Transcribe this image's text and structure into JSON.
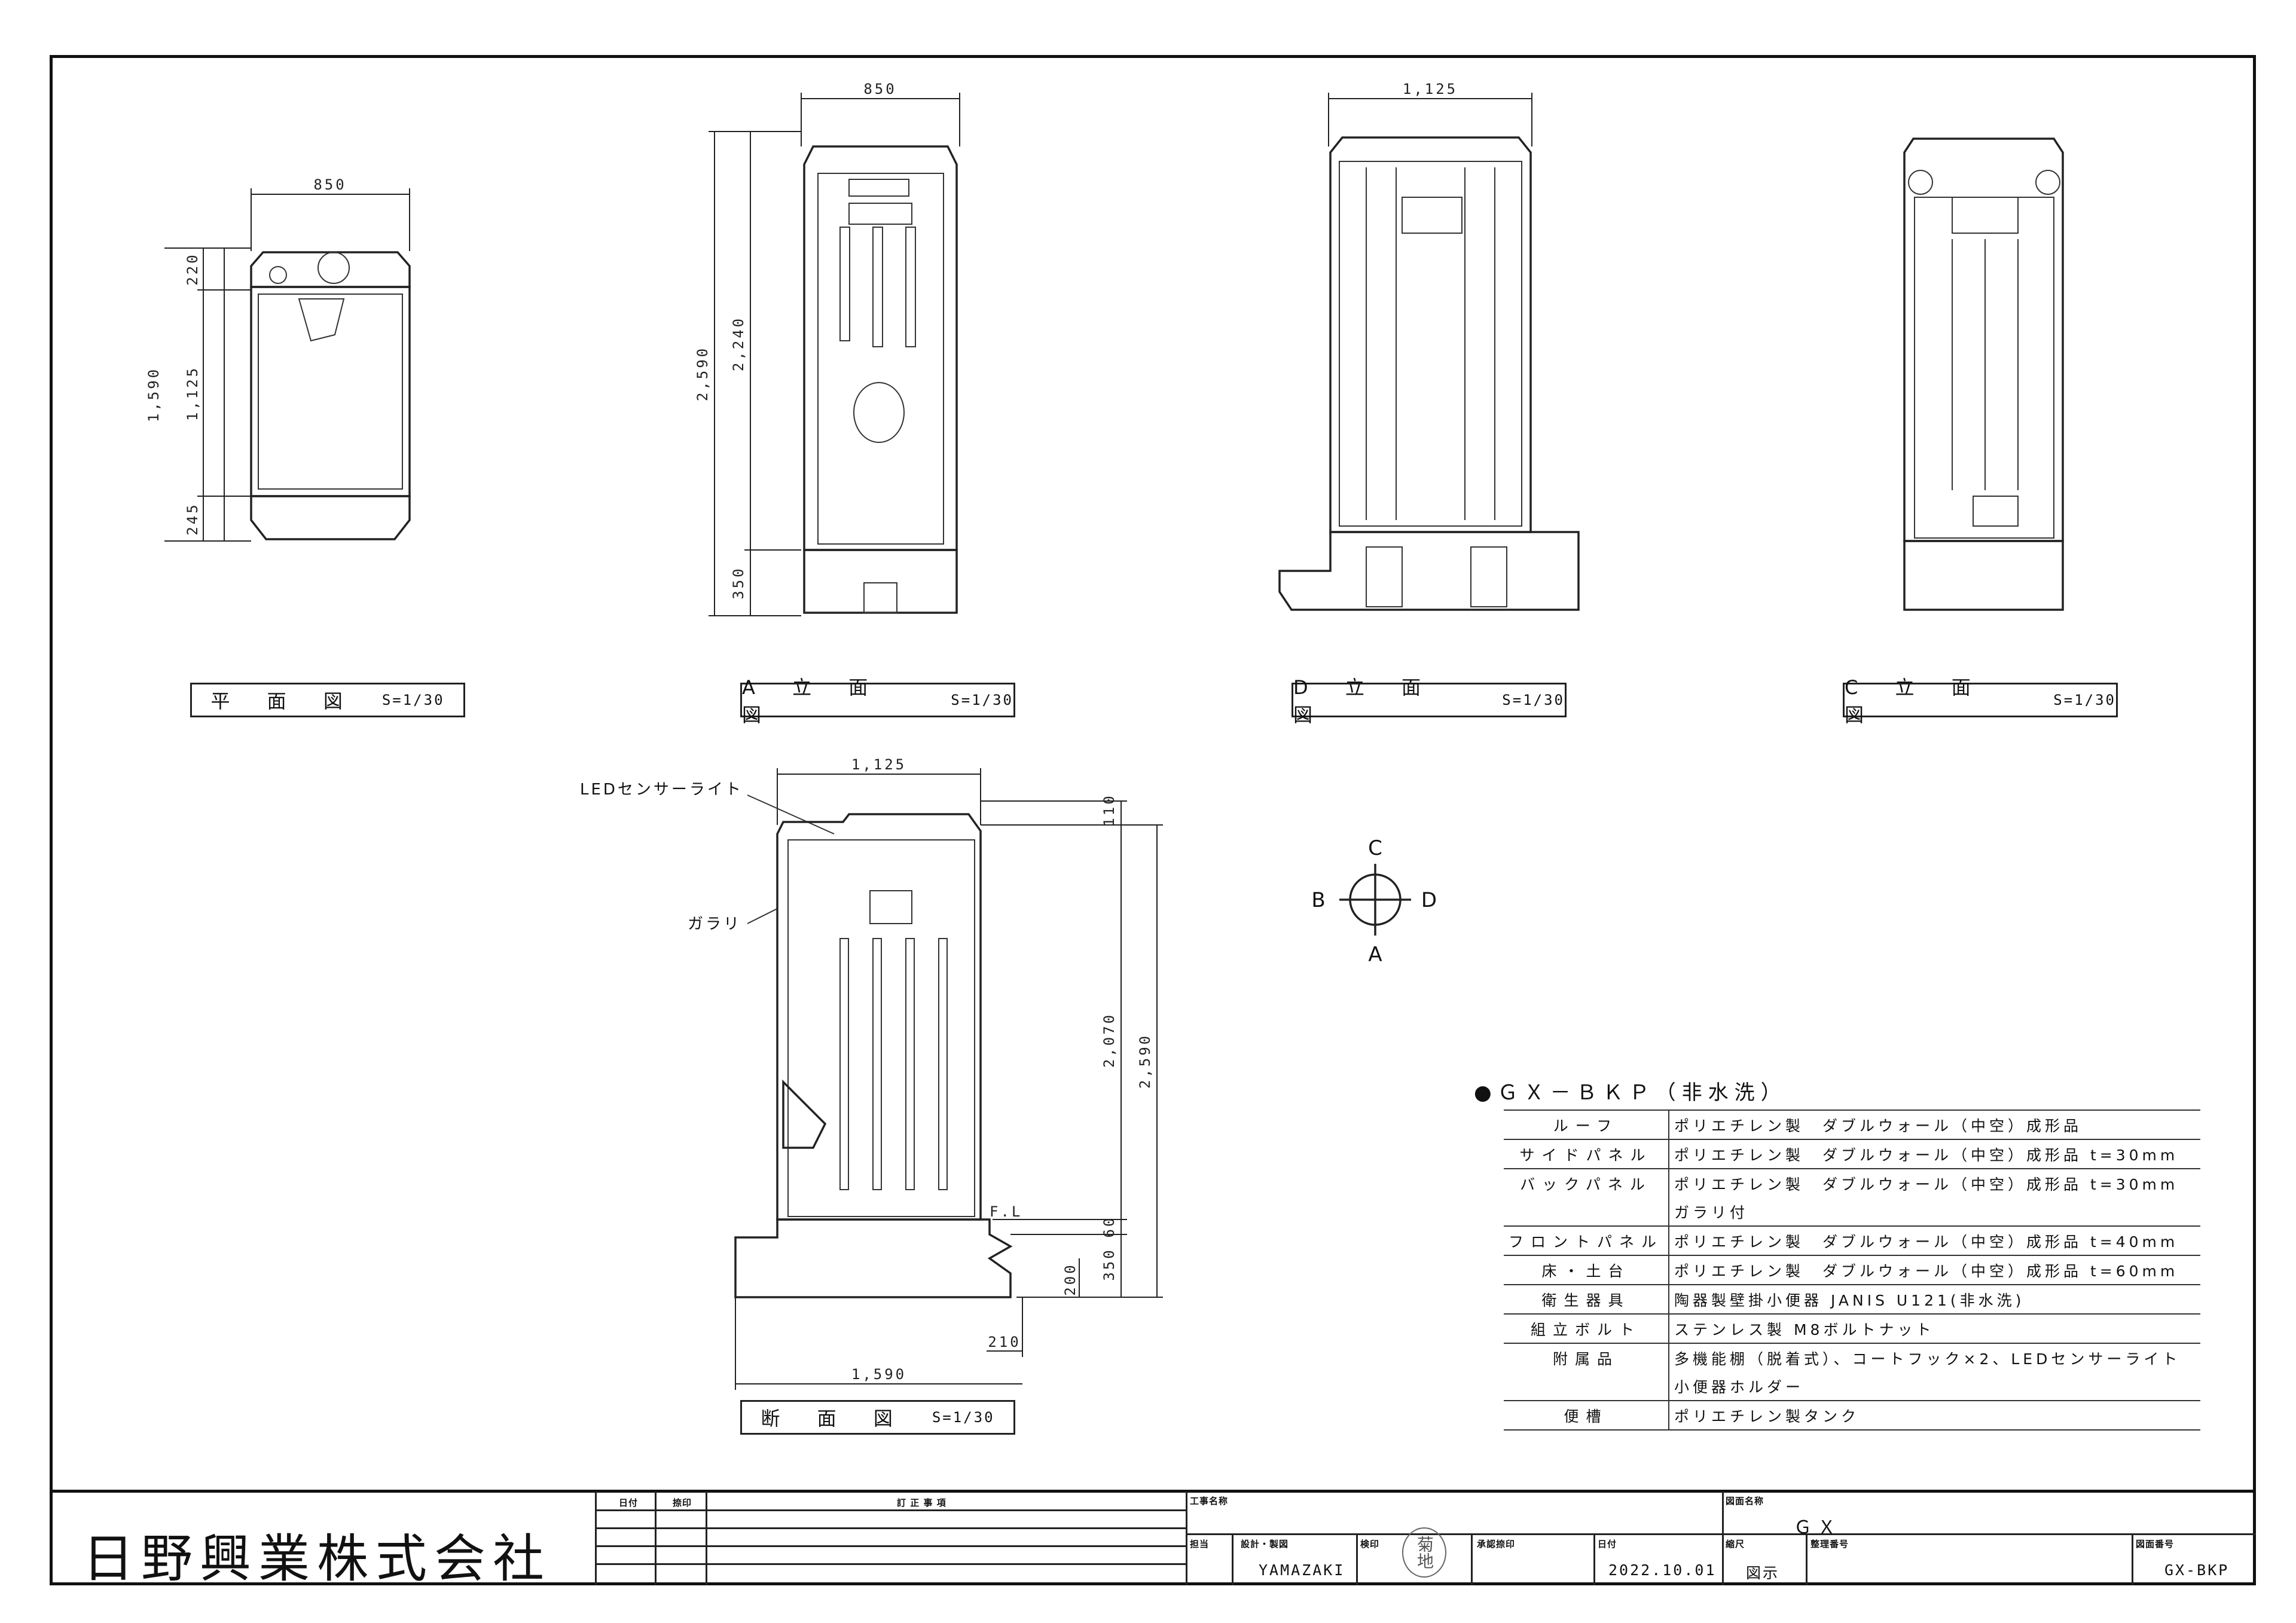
{
  "dims": {
    "plan": {
      "width": "850",
      "h1": "220",
      "h2": "1,125",
      "h3": "245",
      "total": "1,590"
    },
    "a_elev": {
      "width": "850",
      "total": "2,590",
      "upper": "2,240",
      "lower": "350"
    },
    "d_elev": {
      "width": "1,125"
    },
    "section": {
      "width": "1,125",
      "top": "110",
      "body": "2,070",
      "total": "2,590",
      "fl": "60",
      "base": "350",
      "b200": "200",
      "b210": "210",
      "bottom": "1,590",
      "fl_label": "F.L"
    }
  },
  "labels": {
    "plan": {
      "name": "平 面 図",
      "scale": "S=1/30"
    },
    "a": {
      "name": "A 立 面 図",
      "scale": "S=1/30"
    },
    "d": {
      "name": "D 立 面 図",
      "scale": "S=1/30"
    },
    "c": {
      "name": "C 立 面 図",
      "scale": "S=1/30"
    },
    "section": {
      "name": "断 面 図",
      "scale": "S=1/30"
    }
  },
  "notes": {
    "led": "LEDセンサーライト",
    "garari": "ガラリ"
  },
  "compass": {
    "n": "C",
    "s": "A",
    "w": "B",
    "e": "D"
  },
  "spec": {
    "title": "●ＧＸ－ＢＫＰ（非水洗）",
    "rows": [
      {
        "key": "ルーフ",
        "value": "ポリエチレン製　ダブルウォール（中空）成形品"
      },
      {
        "key": "サイドパネル",
        "value": "ポリエチレン製　ダブルウォール（中空）成形品 t=30mm"
      },
      {
        "key": "バックパネル",
        "value": "ポリエチレン製　ダブルウォール（中空）成形品 t=30mm",
        "cont": "ガラリ付"
      },
      {
        "key": "フロントパネル",
        "value": "ポリエチレン製　ダブルウォール（中空）成形品 t=40mm"
      },
      {
        "key": "床・土台",
        "value": "ポリエチレン製　ダブルウォール（中空）成形品 t=60mm"
      },
      {
        "key": "衛生器具",
        "value": "陶器製壁掛小便器 JANIS U121(非水洗)"
      },
      {
        "key": "組立ボルト",
        "value": "ステンレス製 M8ボルトナット"
      },
      {
        "key": "附属品",
        "value": "多機能棚（脱着式）、コートフック×2、LEDセンサーライト",
        "cont": "小便器ホルダー"
      },
      {
        "key": "便槽",
        "value": "ポリエチレン製タンク"
      }
    ]
  },
  "titleblock": {
    "company": "日野興業株式会社",
    "date_cap": "日付",
    "sign_cap": "捺印",
    "revision_cap": "訂 正 事 項",
    "project_cap": "工事名称",
    "drawing_cap": "図面名称",
    "drawing_name": "ＧＸ",
    "charge_cap": "担当",
    "design_cap": "設計・製図",
    "designer": "YAMAZAKI",
    "check_cap": "検印",
    "approve_cap": "承認捺印",
    "date_label": "日付",
    "date": "2022.10.01",
    "scale_cap": "縮尺",
    "scale": "図示",
    "ref_cap": "整理番号",
    "number_cap": "図面番号",
    "number": "GX-BKP",
    "stamp": "菊地"
  }
}
